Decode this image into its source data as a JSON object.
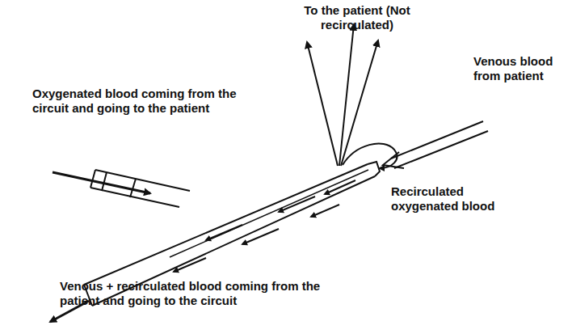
{
  "diagram": {
    "labels": [
      "To the patient (Not recirculated)",
      "Venous blood from patient",
      "Oxygenated blood coming from the circuit and going to the patient",
      "Recirculated oxygenated blood",
      "Venous + recirculated blood coming from the patient and going to the circuit"
    ]
  }
}
